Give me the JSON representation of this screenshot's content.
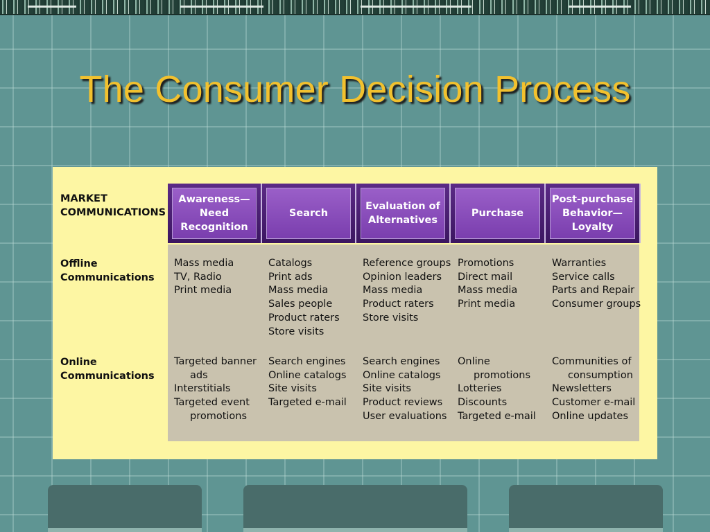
{
  "slide": {
    "title": "The Consumer Decision Process"
  },
  "table": {
    "corner_label": "MARKET\nCOMMUNICATIONS",
    "stages": [
      "Awareness—\nNeed\nRecognition",
      "Search",
      "Evaluation of\nAlternatives",
      "Purchase",
      "Post-purchase\nBehavior—\nLoyalty"
    ],
    "rows": [
      {
        "label": "Offline\nCommunications",
        "cells": [
          [
            {
              "text": "Mass media"
            },
            {
              "text": "TV, Radio"
            },
            {
              "text": "Print media"
            }
          ],
          [
            {
              "text": "Catalogs"
            },
            {
              "text": "Print ads"
            },
            {
              "text": "Mass media"
            },
            {
              "text": "Sales people"
            },
            {
              "text": "Product raters"
            },
            {
              "text": "Store visits"
            }
          ],
          [
            {
              "text": "Reference groups"
            },
            {
              "text": "Opinion leaders"
            },
            {
              "text": "Mass media"
            },
            {
              "text": "Product raters"
            },
            {
              "text": "Store visits"
            }
          ],
          [
            {
              "text": "Promotions"
            },
            {
              "text": "Direct mail"
            },
            {
              "text": "Mass media"
            },
            {
              "text": "Print media"
            }
          ],
          [
            {
              "text": "Warranties"
            },
            {
              "text": "Service calls"
            },
            {
              "text": "Parts and Repair"
            },
            {
              "text": "Consumer groups"
            }
          ]
        ]
      },
      {
        "label": "Online\nCommunications",
        "cells": [
          [
            {
              "text": "Targeted banner"
            },
            {
              "text": "ads",
              "indent": true
            },
            {
              "text": "Interstitials"
            },
            {
              "text": "Targeted event"
            },
            {
              "text": "promotions",
              "indent": true
            }
          ],
          [
            {
              "text": "Search engines"
            },
            {
              "text": "Online catalogs"
            },
            {
              "text": "Site visits"
            },
            {
              "text": "Targeted e-mail"
            }
          ],
          [
            {
              "text": "Search engines"
            },
            {
              "text": "Online catalogs"
            },
            {
              "text": "Site visits"
            },
            {
              "text": "Product reviews"
            },
            {
              "text": "User evaluations"
            }
          ],
          [
            {
              "text": "Online"
            },
            {
              "text": "promotions",
              "indent": true
            },
            {
              "text": "Lotteries"
            },
            {
              "text": "Discounts"
            },
            {
              "text": "Targeted e-mail"
            }
          ],
          [
            {
              "text": "Communities of"
            },
            {
              "text": "consumption",
              "indent": true
            },
            {
              "text": "Newsletters"
            },
            {
              "text": "Customer e-mail"
            },
            {
              "text": "Online updates"
            }
          ]
        ]
      }
    ]
  },
  "colors": {
    "background": "#5f9593",
    "title": "#f2c12e",
    "panel": "#fdf6a3",
    "table_fill": "#c9c2ae",
    "header_purple": "#7a3eae"
  }
}
